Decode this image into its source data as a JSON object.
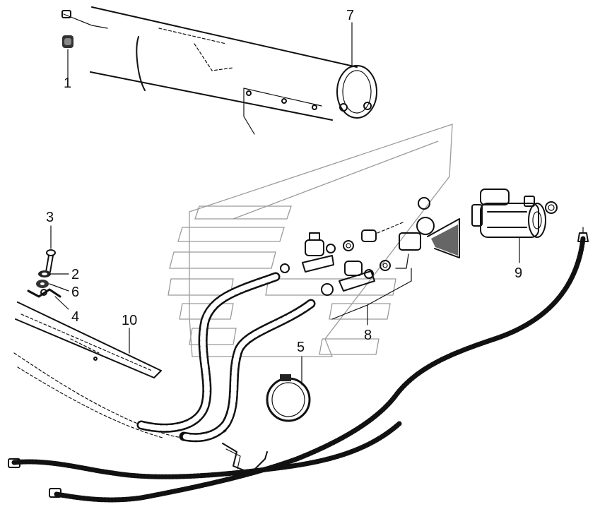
{
  "diagram": {
    "callouts": [
      {
        "id": "1",
        "label": "1"
      },
      {
        "id": "2",
        "label": "2"
      },
      {
        "id": "3",
        "label": "3"
      },
      {
        "id": "4",
        "label": "4"
      },
      {
        "id": "5",
        "label": "5"
      },
      {
        "id": "6",
        "label": "6"
      },
      {
        "id": "7",
        "label": "7"
      },
      {
        "id": "8",
        "label": "8"
      },
      {
        "id": "9",
        "label": "9"
      },
      {
        "id": "10",
        "label": "10"
      }
    ],
    "colors": {
      "line": "#111111",
      "watermark": "#9a9a9a",
      "background": "#ffffff"
    }
  }
}
